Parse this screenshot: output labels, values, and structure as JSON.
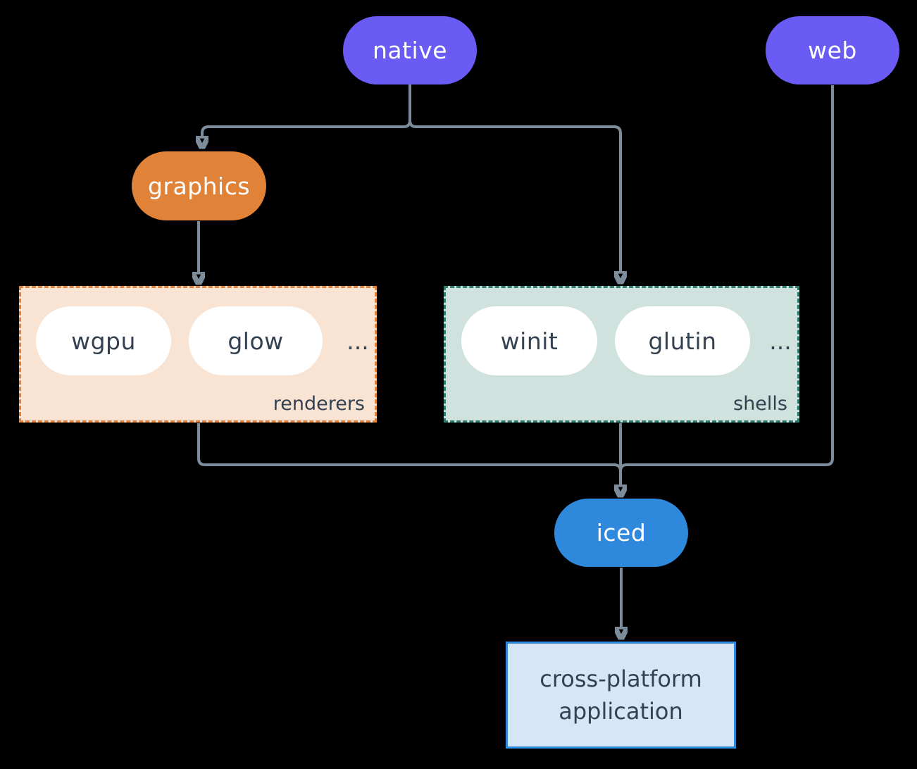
{
  "diagram": {
    "nodes": {
      "native": {
        "label": "native"
      },
      "web": {
        "label": "web"
      },
      "graphics": {
        "label": "graphics"
      },
      "wgpu": {
        "label": "wgpu"
      },
      "glow": {
        "label": "glow"
      },
      "winit": {
        "label": "winit"
      },
      "glutin": {
        "label": "glutin"
      },
      "iced": {
        "label": "iced"
      },
      "application": {
        "label": "cross-platform application",
        "lines": [
          "cross-platform",
          "application"
        ]
      }
    },
    "groups": {
      "renderers": {
        "label": "renderers",
        "ellipsis": "..."
      },
      "shells": {
        "label": "shells",
        "ellipsis": "..."
      }
    },
    "colors": {
      "background": "#000000",
      "purple": "#6b5bf5",
      "orange": "#e08238",
      "blue": "#2e89dc",
      "renderers_bg": "#f9e4d4",
      "renderers_border": "#e2823a",
      "shells_bg": "#cfe2dd",
      "shells_border": "#2e7d6e",
      "app_bg": "#d7e6f7",
      "app_border": "#2f88da",
      "pill_bg": "#ffffff",
      "text_dark": "#334150",
      "text_light": "#ffffff",
      "connector": "#7d8c9b"
    }
  }
}
